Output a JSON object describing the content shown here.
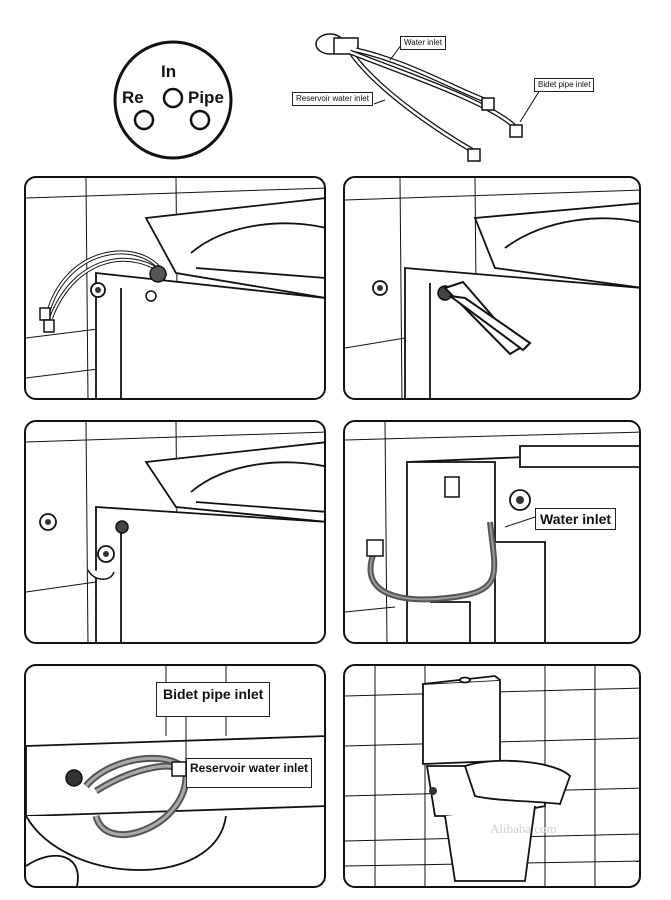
{
  "legend": {
    "in": "In",
    "re": "Re",
    "pipe": "Pipe"
  },
  "hose_labels": {
    "water_inlet": "Water inlet",
    "bidet_pipe_inlet": "Bidet pipe inlet",
    "reservoir_water_inlet": "Reservoir water inlet"
  },
  "callouts": {
    "water_inlet": "Water inlet",
    "bidet_pipe_inlet": "Bidet pipe inlet",
    "reservoir_water_inlet": "Reservoir water inlet"
  },
  "watermark": "Alibaba.com"
}
